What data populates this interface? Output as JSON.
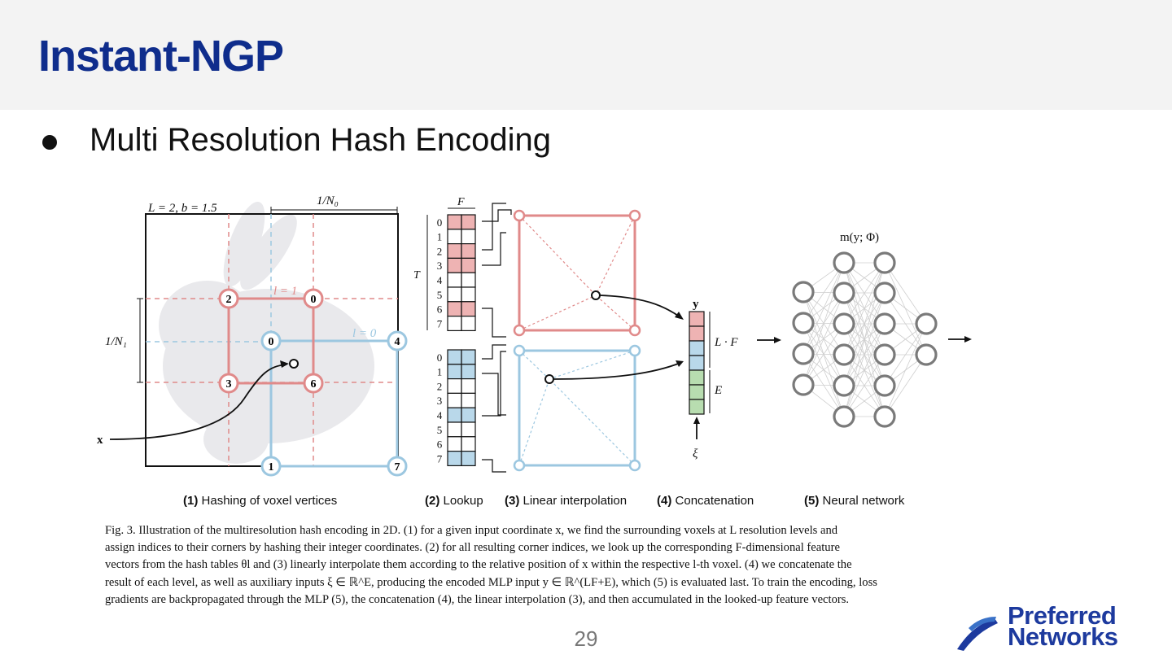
{
  "slide": {
    "title": "Instant-NGP",
    "bullet": "Multi Resolution Hash Encoding",
    "page_number": "29"
  },
  "figure": {
    "hash": {
      "params": "L = 2,  b = 1.5",
      "inv_n0": "1/N₀",
      "inv_n1": "1/N₁",
      "level1": "l = 1",
      "level0": "l = 0",
      "x_label": "x",
      "red_corners": [
        "2",
        "0",
        "3",
        "6"
      ],
      "blue_corners": [
        "0",
        "4",
        "1",
        "7"
      ]
    },
    "lookup": {
      "f_label": "F",
      "t_label": "T",
      "red_table_indices": [
        "0",
        "1",
        "2",
        "3",
        "4",
        "5",
        "6",
        "7"
      ],
      "red_filled_rows": [
        0,
        2,
        3,
        6
      ],
      "blue_table_indices": [
        "0",
        "1",
        "2",
        "3",
        "4",
        "5",
        "6",
        "7"
      ],
      "blue_filled_rows": [
        0,
        1,
        4,
        7
      ]
    },
    "concat": {
      "y_label": "y",
      "lf_label": "L · F",
      "e_label": "E",
      "xi_label": "ξ"
    },
    "network": {
      "label": "m(y; Φ)"
    },
    "stage_labels": [
      {
        "num": "(1)",
        "text": "Hashing of voxel vertices"
      },
      {
        "num": "(2)",
        "text": "Lookup"
      },
      {
        "num": "(3)",
        "text": "Linear interpolation"
      },
      {
        "num": "(4)",
        "text": "Concatenation"
      },
      {
        "num": "(5)",
        "text": "Neural network"
      }
    ],
    "colors": {
      "red": "#e08a8a",
      "red_fill": "#eeb3b3",
      "blue": "#9cc7e0",
      "blue_fill": "#b9d8ea",
      "green_fill": "#b8ddb0",
      "neuron": "#7a7a7a"
    },
    "caption_lines": [
      "Fig. 3.  Illustration of the multiresolution hash encoding in 2D. (1) for a given input coordinate x, we find the surrounding voxels at L resolution levels and",
      "assign indices to their corners by hashing their integer coordinates. (2) for all resulting corner indices, we look up the corresponding F-dimensional feature",
      "vectors from the hash tables θl and (3) linearly interpolate them according to the relative position of x within the respective l-th voxel. (4) we concatenate the",
      "result of each level, as well as auxiliary inputs ξ ∈ ℝ^E, producing the encoded MLP input y ∈ ℝ^(LF+E), which (5) is evaluated last. To train the encoding, loss",
      "gradients are backpropagated through the MLP (5), the concatenation (4), the linear interpolation (3), and then accumulated in the looked-up feature vectors."
    ]
  },
  "logo": {
    "line1": "Preferred",
    "line2": "Networks"
  }
}
